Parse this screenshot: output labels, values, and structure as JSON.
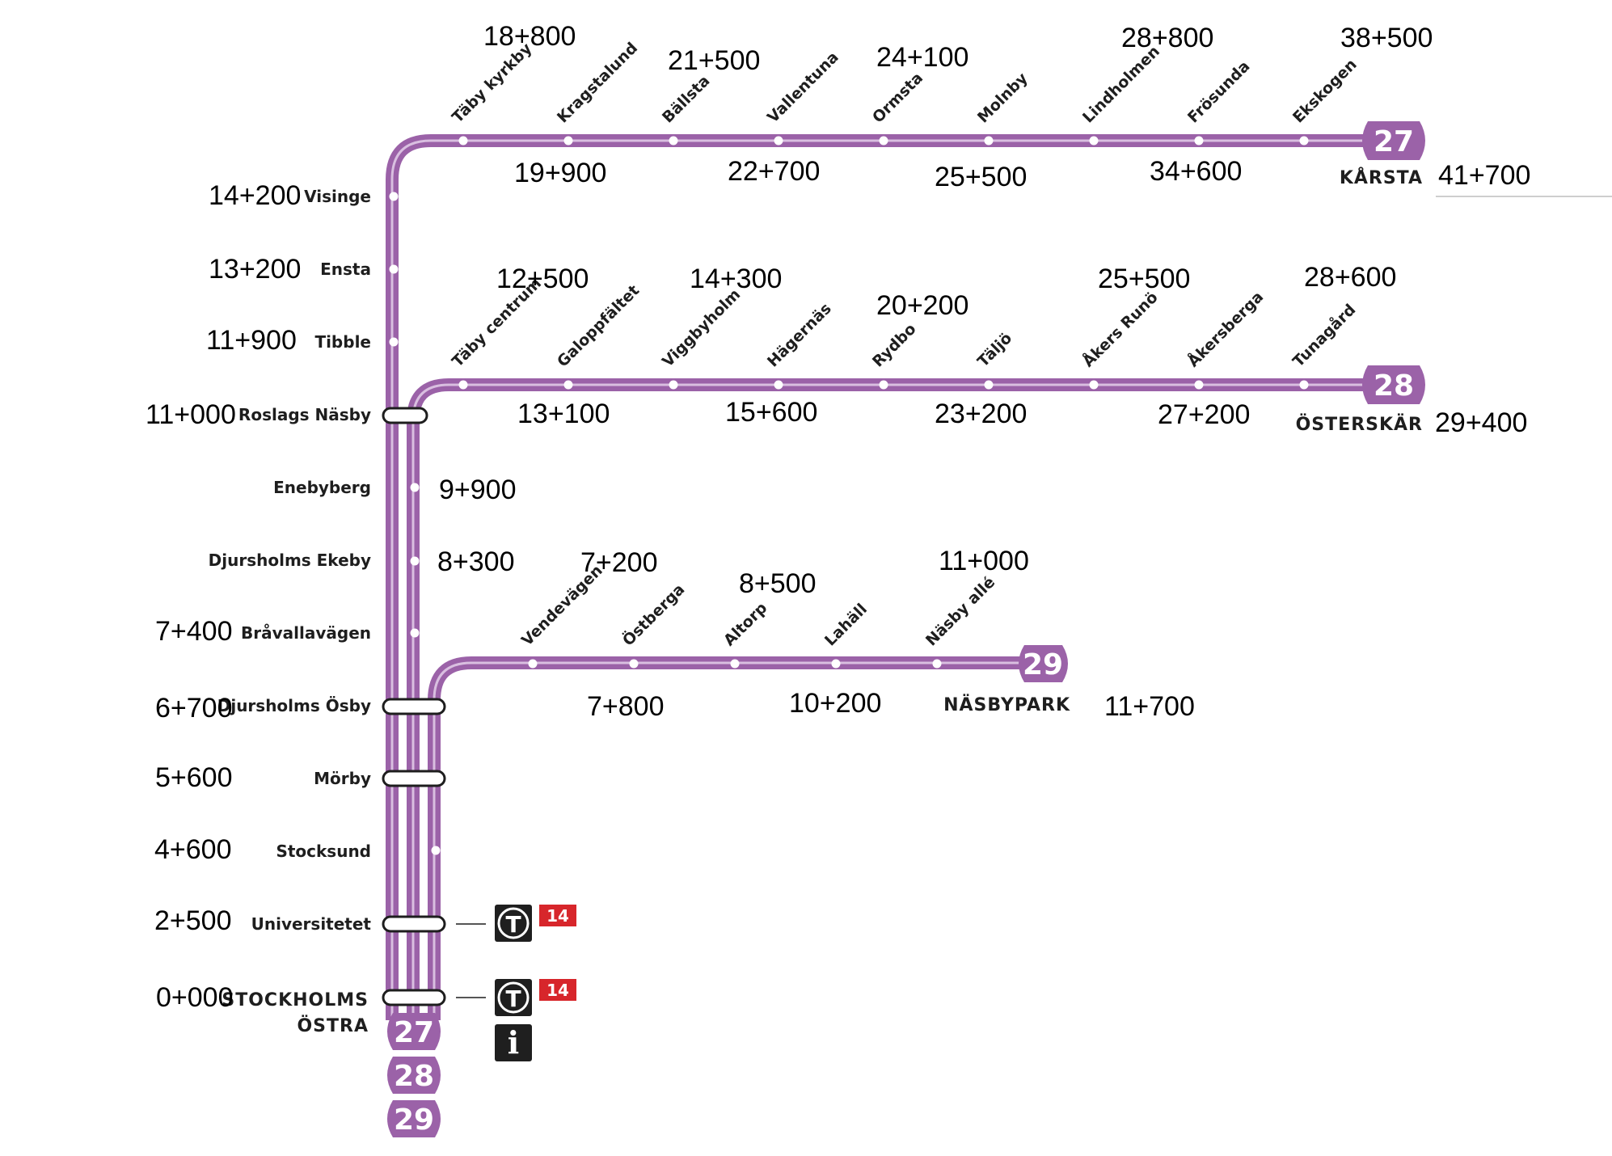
{
  "colors": {
    "line": "#9b62a8",
    "line_light": "#d9bfe0",
    "stop": "#ffffff",
    "metro_box": "#1f1f1f",
    "metro_line_badge": "#d7262b"
  },
  "lines": {
    "l27": "27",
    "l28": "28",
    "l29": "29"
  },
  "terminus": {
    "l27": {
      "name": "KÅRSTA",
      "km": "41+700"
    },
    "l28": {
      "name": "ÖSTERSKÄR",
      "km": "29+400"
    },
    "l29": {
      "name": "NÄSBYPARK",
      "km": "11+700"
    },
    "start": {
      "name_line1": "STOCKHOLMS",
      "name_line2": "ÖSTRA",
      "km": "0+000"
    }
  },
  "trunk_stations": [
    {
      "name": "Visinge",
      "km": "14+200"
    },
    {
      "name": "Ensta",
      "km": "13+200"
    },
    {
      "name": "Tibble",
      "km": "11+900"
    },
    {
      "name": "Roslags Näsby",
      "km": "11+000"
    },
    {
      "name": "Enebyberg",
      "km": "9+900"
    },
    {
      "name": "Djursholms Ekeby",
      "km": "8+300"
    },
    {
      "name": "Bråvallavägen",
      "km": "7+400"
    },
    {
      "name": "Djursholms Ösby",
      "km": "6+700"
    },
    {
      "name": "Mörby",
      "km": "5+600"
    },
    {
      "name": "Stocksund",
      "km": "4+600"
    },
    {
      "name": "Universitetet",
      "km": "2+500"
    }
  ],
  "line27_stations": [
    "Täby kyrkby",
    "Kragstalund",
    "Bällsta",
    "Vallentuna",
    "Ormsta",
    "Molnby",
    "Lindholmen",
    "Frösunda",
    "Ekskogen"
  ],
  "line27_km_above": [
    "18+800",
    "21+500",
    "24+100",
    "28+800",
    "38+500"
  ],
  "line27_km_below": [
    "19+900",
    "22+700",
    "25+500",
    "34+600"
  ],
  "line28_stations": [
    "Täby centrum",
    "Galoppfältet",
    "Viggbyholm",
    "Hägernäs",
    "Rydbo",
    "Täljö",
    "Åkers Runö",
    "Åkersberga",
    "Tunagård"
  ],
  "line28_km_above": [
    "12+500",
    "14+300",
    "20+200",
    "25+500",
    "28+600"
  ],
  "line28_km_below": [
    "13+100",
    "15+600",
    "23+200",
    "27+200"
  ],
  "line29_stations": [
    "Vendevägen",
    "Östberga",
    "Altorp",
    "Lahäll",
    "Näsby allé"
  ],
  "line29_km_above": [
    "7+200",
    "8+500",
    "11+000"
  ],
  "line29_km_below": [
    "7+800",
    "10+200"
  ],
  "transfers": {
    "metro_line": "14",
    "metro_symbol": "T",
    "info_symbol": "i"
  }
}
